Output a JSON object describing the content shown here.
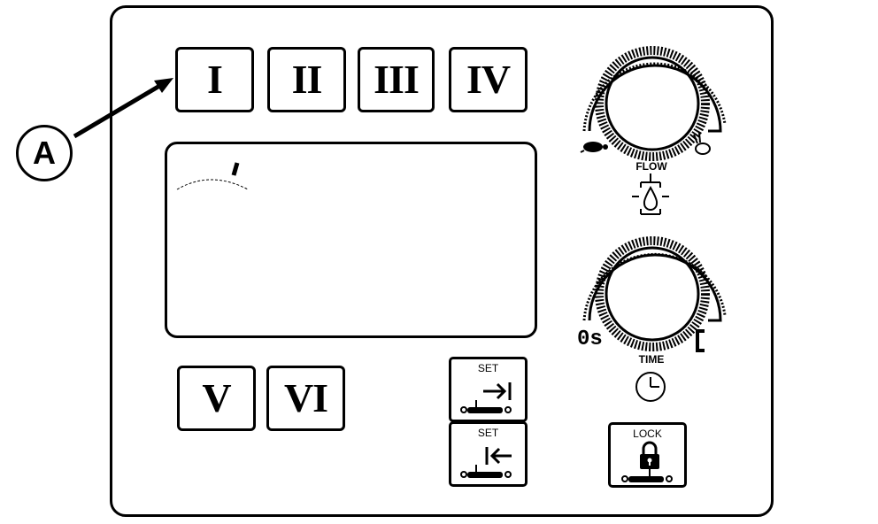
{
  "callout": {
    "label": "A"
  },
  "modes": [
    {
      "label": "I"
    },
    {
      "label": "II"
    },
    {
      "label": "III"
    },
    {
      "label": "IV"
    },
    {
      "label": "V"
    },
    {
      "label": "VI"
    }
  ],
  "flow_knob": {
    "label": "FLOW",
    "min_icon": "turtle-icon",
    "max_icon": "rabbit-icon",
    "symbol_icon": "gas-flow-icon"
  },
  "time_knob": {
    "label": "TIME",
    "min_label": "0s",
    "symbol_icon": "clock-icon"
  },
  "buttons": {
    "set_in": {
      "label": "SET",
      "icon": "set-in-arrow-icon"
    },
    "set_out": {
      "label": "SET",
      "icon": "set-out-arrow-icon"
    },
    "lock": {
      "label": "LOCK",
      "icon": "padlock-icon"
    }
  }
}
